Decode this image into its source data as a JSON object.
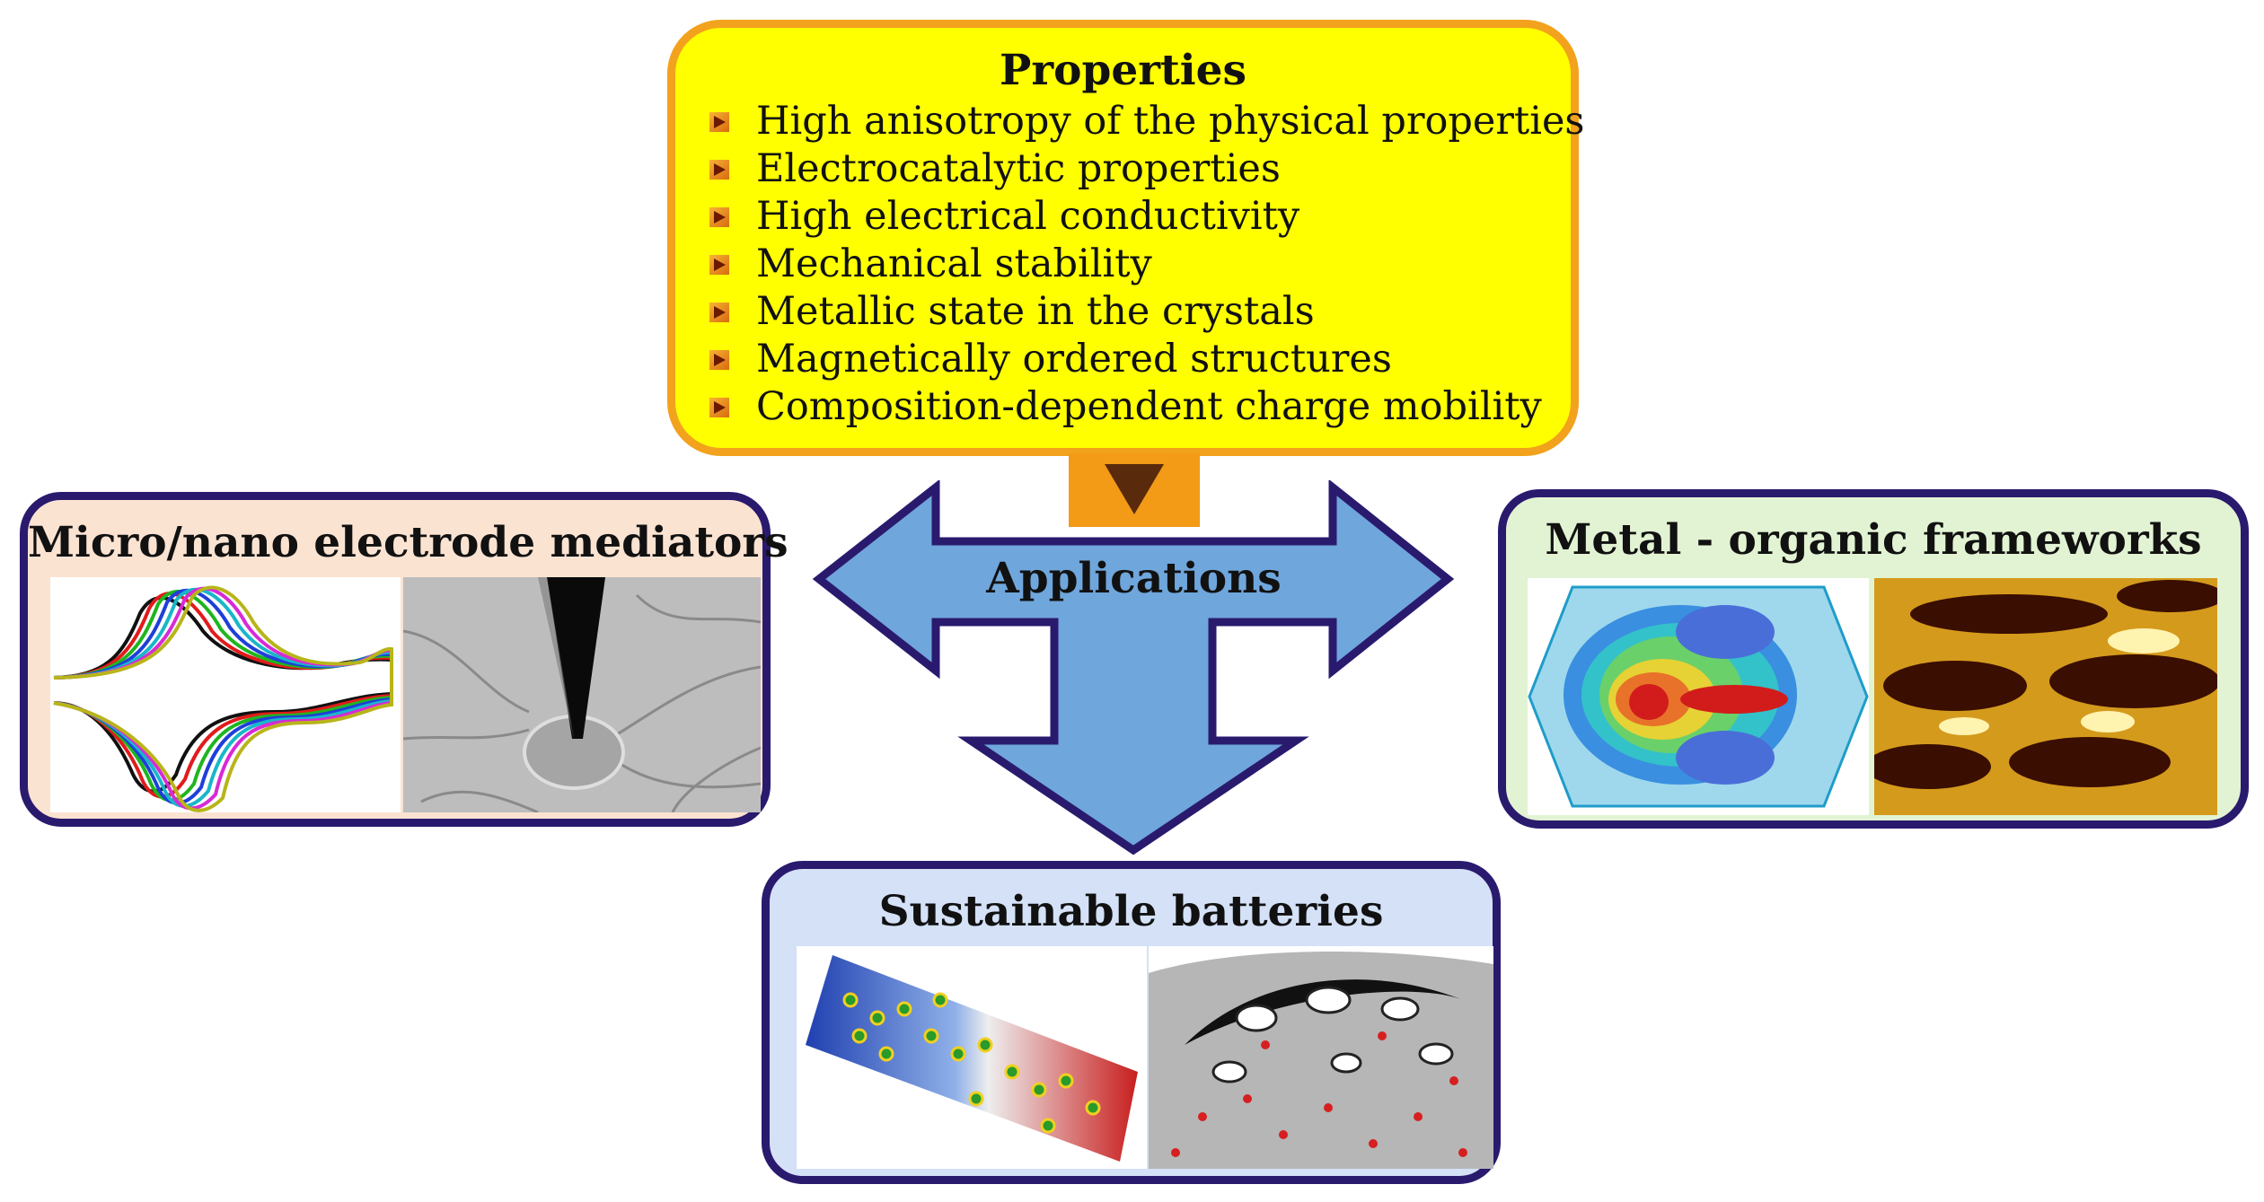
{
  "properties": {
    "title": "Properties",
    "items": [
      "High anisotropy of the physical properties",
      "Electrocatalytic properties",
      "High electrical conductivity",
      "Mechanical stability",
      "Metallic state in the crystals",
      "Magnetically ordered structures",
      "Composition-dependent charge mobility"
    ],
    "fill_color": "#ffff00",
    "border_color": "#f2a21c"
  },
  "center": {
    "label": "Applications",
    "arrow_color": "#6fa6dc",
    "arrow_border": "#2a1a6e",
    "connector_color": "#f39a16",
    "connector_arrow": "#5a2a0c"
  },
  "applications": {
    "left": {
      "title": "Micro/nano electrode mediators",
      "fill_color": "#fbe3d2"
    },
    "right": {
      "title": "Metal - organic frameworks",
      "fill_color": "#e2f3d3"
    },
    "bottom": {
      "title": "Sustainable batteries",
      "fill_color": "#d4e1f7"
    }
  }
}
